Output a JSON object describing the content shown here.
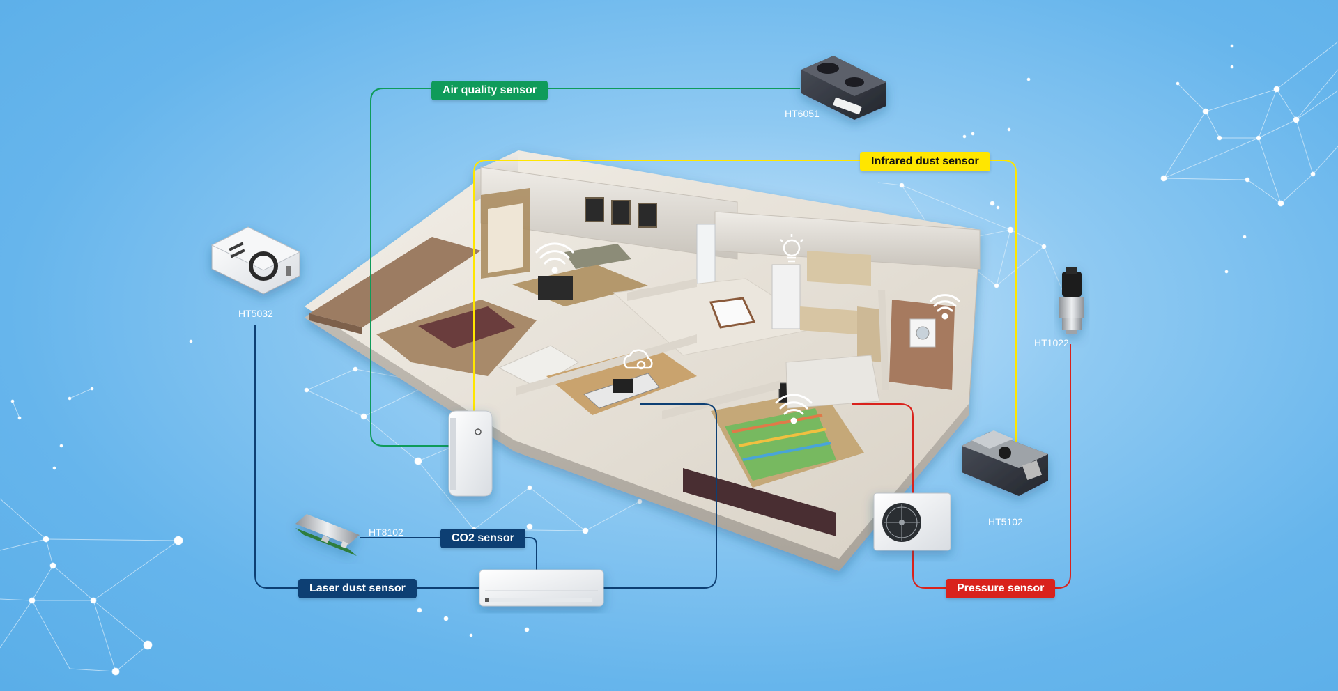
{
  "colors": {
    "background": "#66b5ec",
    "air_quality": "#0f9b5a",
    "infrared": "#ffe600",
    "laser": "#0d3f73",
    "co2": "#0d3f73",
    "pressure": "#d9221c"
  },
  "labels": {
    "air_quality": "Air quality sensor",
    "infrared": "Infrared dust sensor",
    "co2": "CO2 sensor",
    "laser": "Laser dust sensor",
    "pressure": "Pressure sensor"
  },
  "models": {
    "ht6051": "HT6051",
    "ht5032": "HT5032",
    "ht1022": "HT1022",
    "ht5102": "HT5102",
    "ht8102": "HT8102"
  },
  "icons": [
    "wifi-icon",
    "lightbulb-icon",
    "cloud-settings-icon"
  ]
}
